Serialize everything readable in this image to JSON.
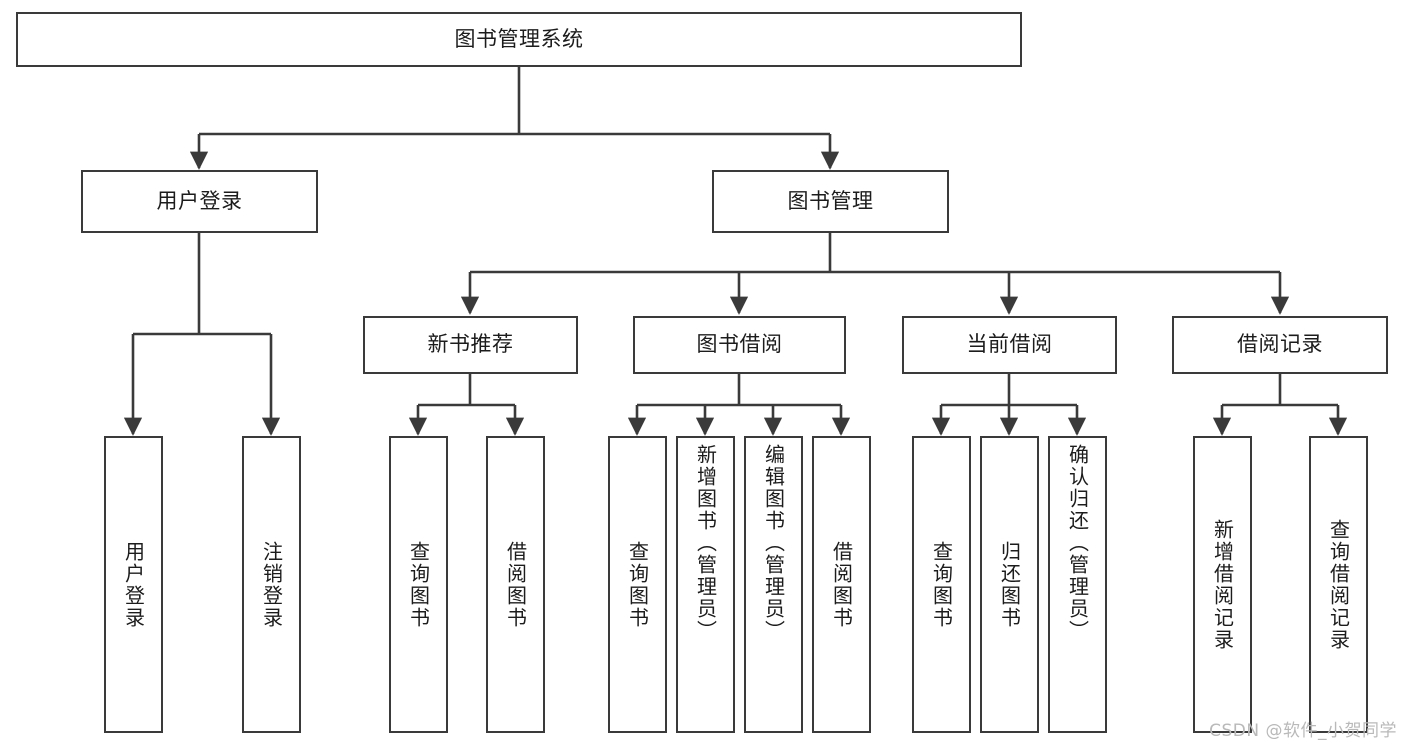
{
  "diagram": {
    "type": "tree",
    "title": "图书管理系统",
    "orientation": "top-down",
    "line_color": "#3a3a3a",
    "box_border_color": "#3a3a3a",
    "box_fill_color": "#ffffff",
    "text_color": "#1c1c1c"
  },
  "root": {
    "label": "图书管理系统"
  },
  "level2": {
    "user_login": {
      "label": "用户登录"
    },
    "book_manage": {
      "label": "图书管理"
    }
  },
  "level3": {
    "new_book_rec": {
      "label": "新书推荐"
    },
    "book_borrow": {
      "label": "图书借阅"
    },
    "current_borrow": {
      "label": "当前借阅"
    },
    "borrow_record": {
      "label": "借阅记录"
    }
  },
  "leaves": {
    "user_login": [
      {
        "label": "用户登录"
      },
      {
        "label": "注销登录"
      }
    ],
    "new_book_rec": [
      {
        "label": "查询图书"
      },
      {
        "label": "借阅图书"
      }
    ],
    "book_borrow": [
      {
        "label": "查询图书"
      },
      {
        "label": "新增图书（管理员）"
      },
      {
        "label": "编辑图书（管理员）"
      },
      {
        "label": "借阅图书"
      }
    ],
    "current_borrow": [
      {
        "label": "查询图书"
      },
      {
        "label": "归还图书"
      },
      {
        "label": "确认归还（管理员）"
      }
    ],
    "borrow_record": [
      {
        "label": "新增借阅记录"
      },
      {
        "label": "查询借阅记录"
      }
    ]
  },
  "watermark": {
    "text": "CSDN @软件_小贺同学"
  }
}
